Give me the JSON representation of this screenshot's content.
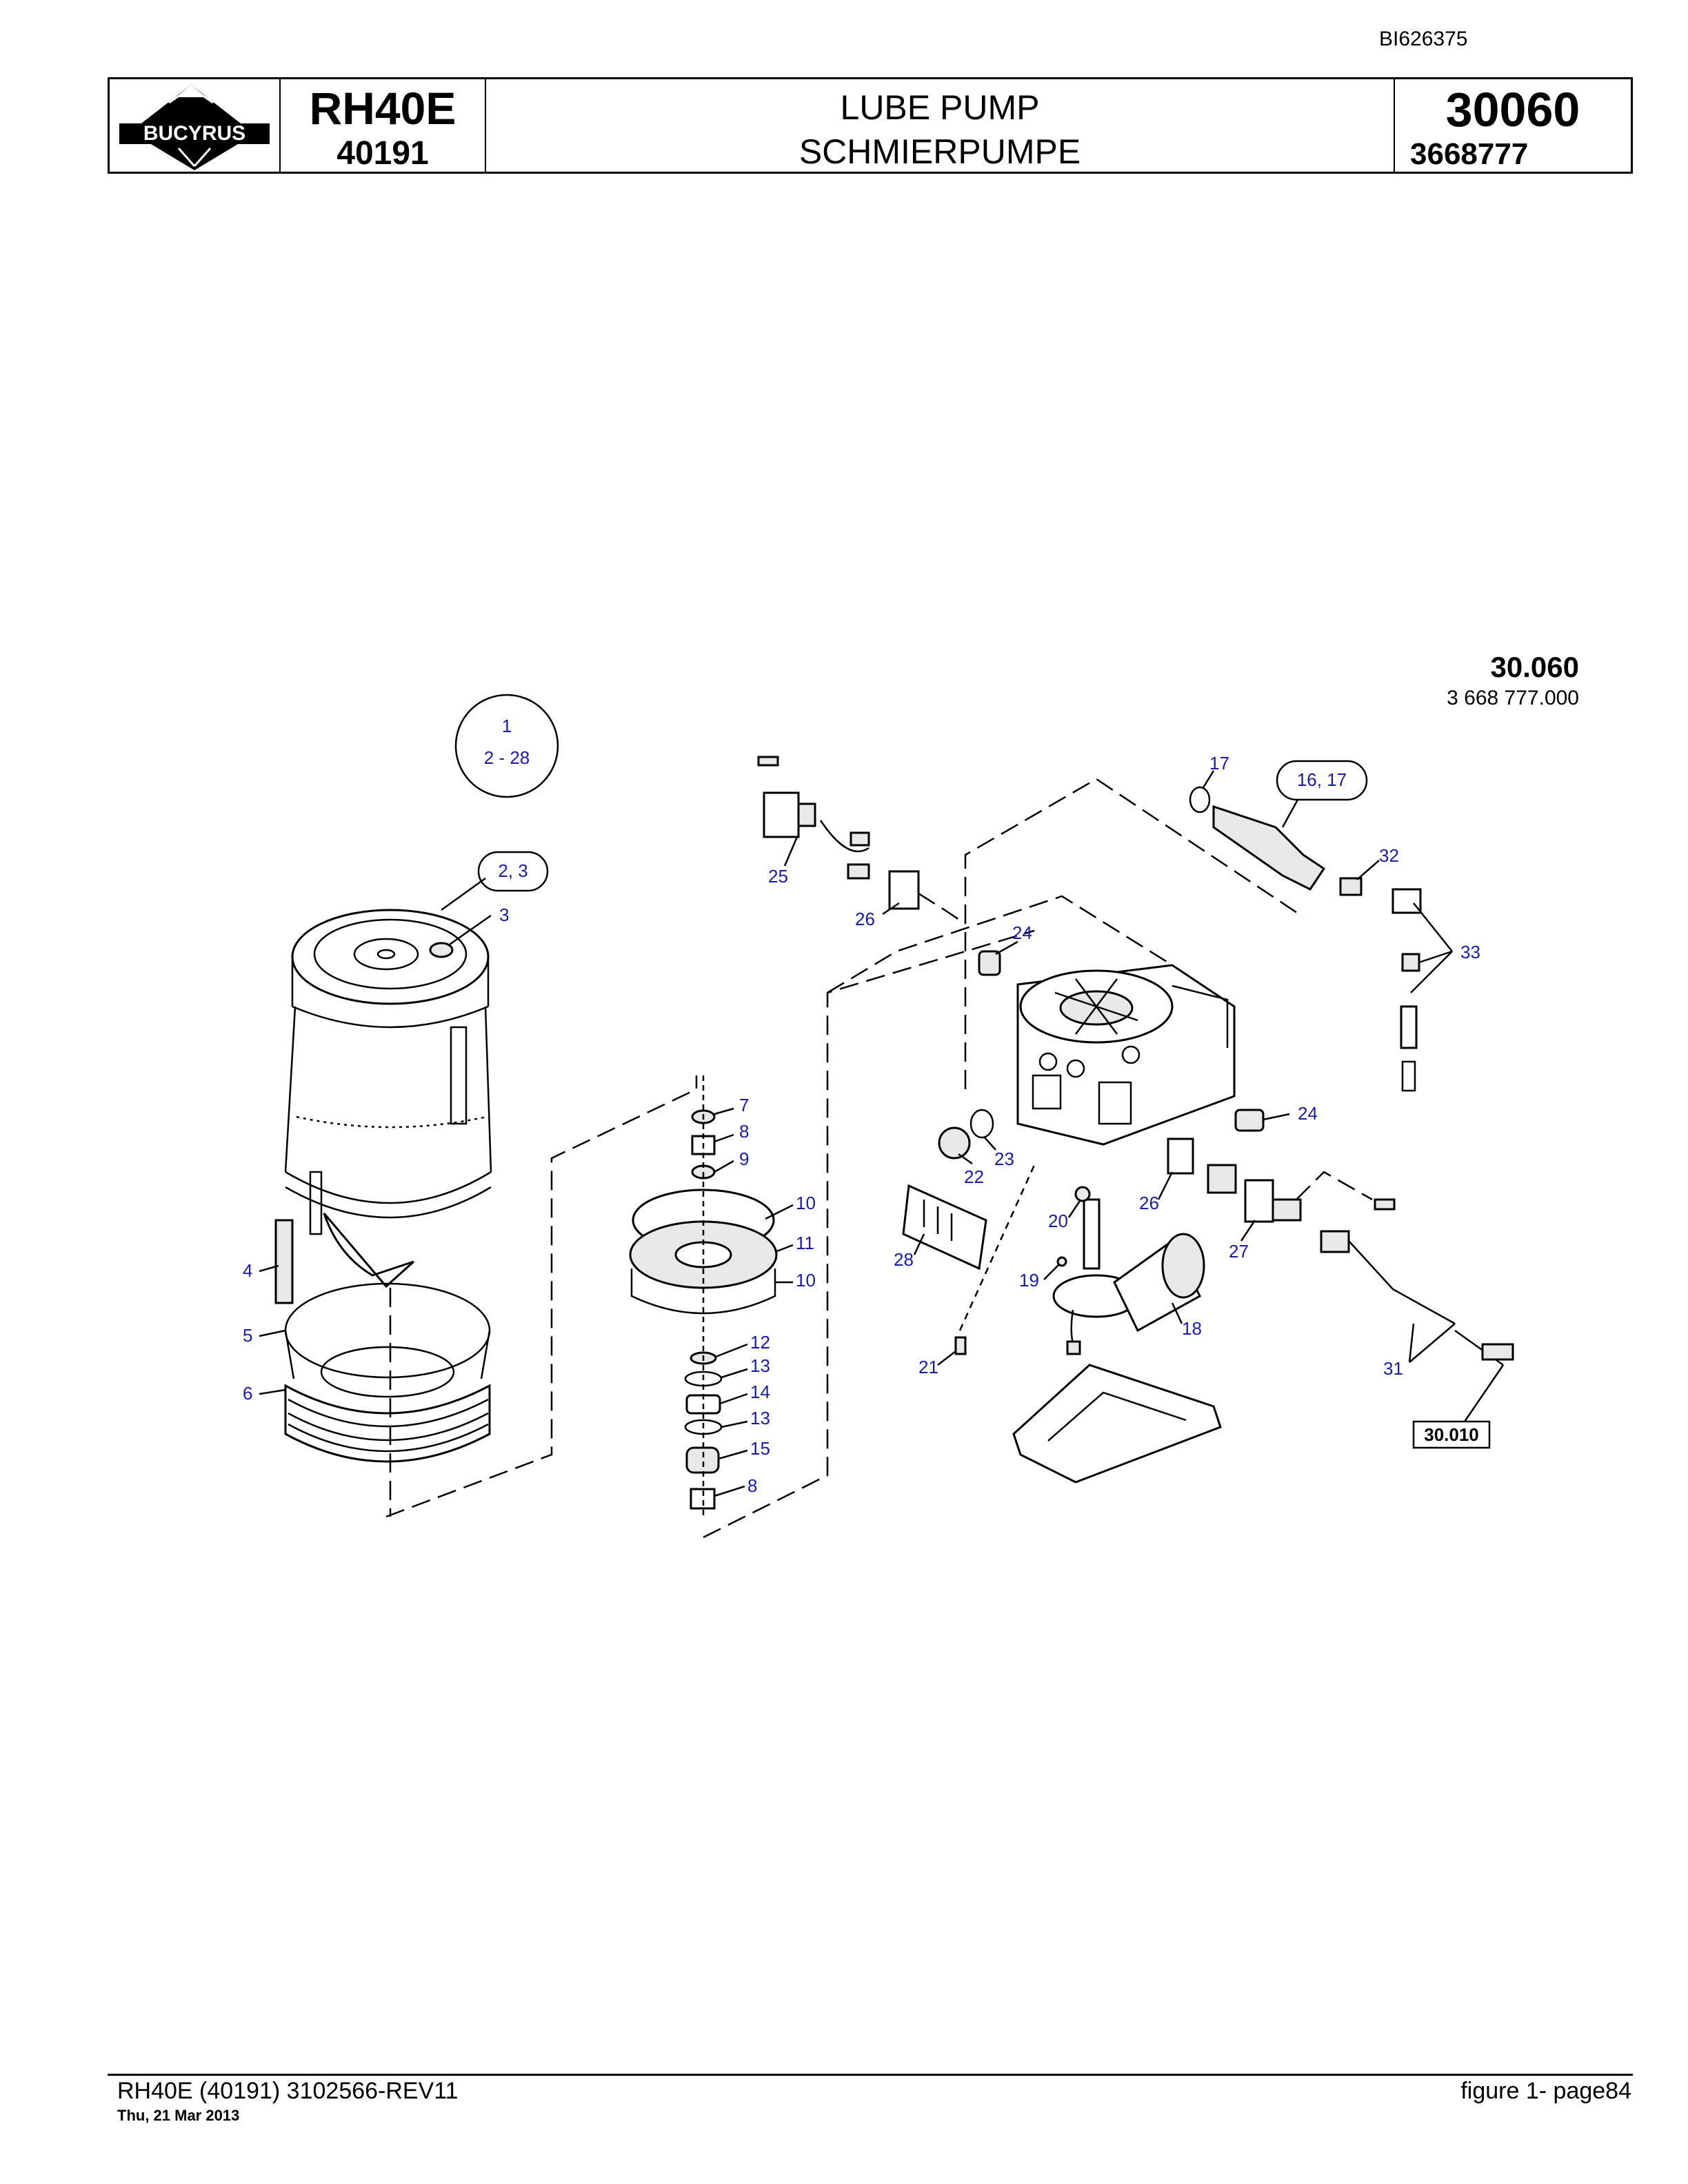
{
  "header": {
    "doc_id": "BI626375",
    "logo_text": "BUCYRUS",
    "model": "RH40E",
    "serial": "40191",
    "title_en": "LUBE PUMP",
    "title_de": "SCHMIERPUMPE",
    "group_number": "30060",
    "part_number": "3668777"
  },
  "figure": {
    "code": "30.060",
    "sub_code": "3 668 777.000",
    "callouts": {
      "c1": "1",
      "c1range": "2 - 28",
      "c23": "2, 3",
      "c3": "3",
      "c4": "4",
      "c5": "5",
      "c6": "6",
      "c7": "7",
      "c8a": "8",
      "c9": "9",
      "c10a": "10",
      "c11": "11",
      "c10b": "10",
      "c12": "12",
      "c13a": "13",
      "c14": "14",
      "c13b": "13",
      "c15": "15",
      "c8b": "8",
      "c1617": "16, 17",
      "c17": "17",
      "c32": "32",
      "c33": "33",
      "c24a": "24",
      "c24b": "24",
      "c25": "25",
      "c26a": "26",
      "c26b": "26",
      "c22": "22",
      "c23b": "23",
      "c20": "20",
      "c28": "28",
      "c19": "19",
      "c18": "18",
      "c27": "27",
      "c21": "21",
      "c31": "31",
      "ref": "30.010"
    }
  },
  "footer": {
    "doc_ref": "RH40E (40191) 3102566-REV11",
    "date": "Thu, 21 Mar 2013",
    "page": "figure  1- page84"
  }
}
